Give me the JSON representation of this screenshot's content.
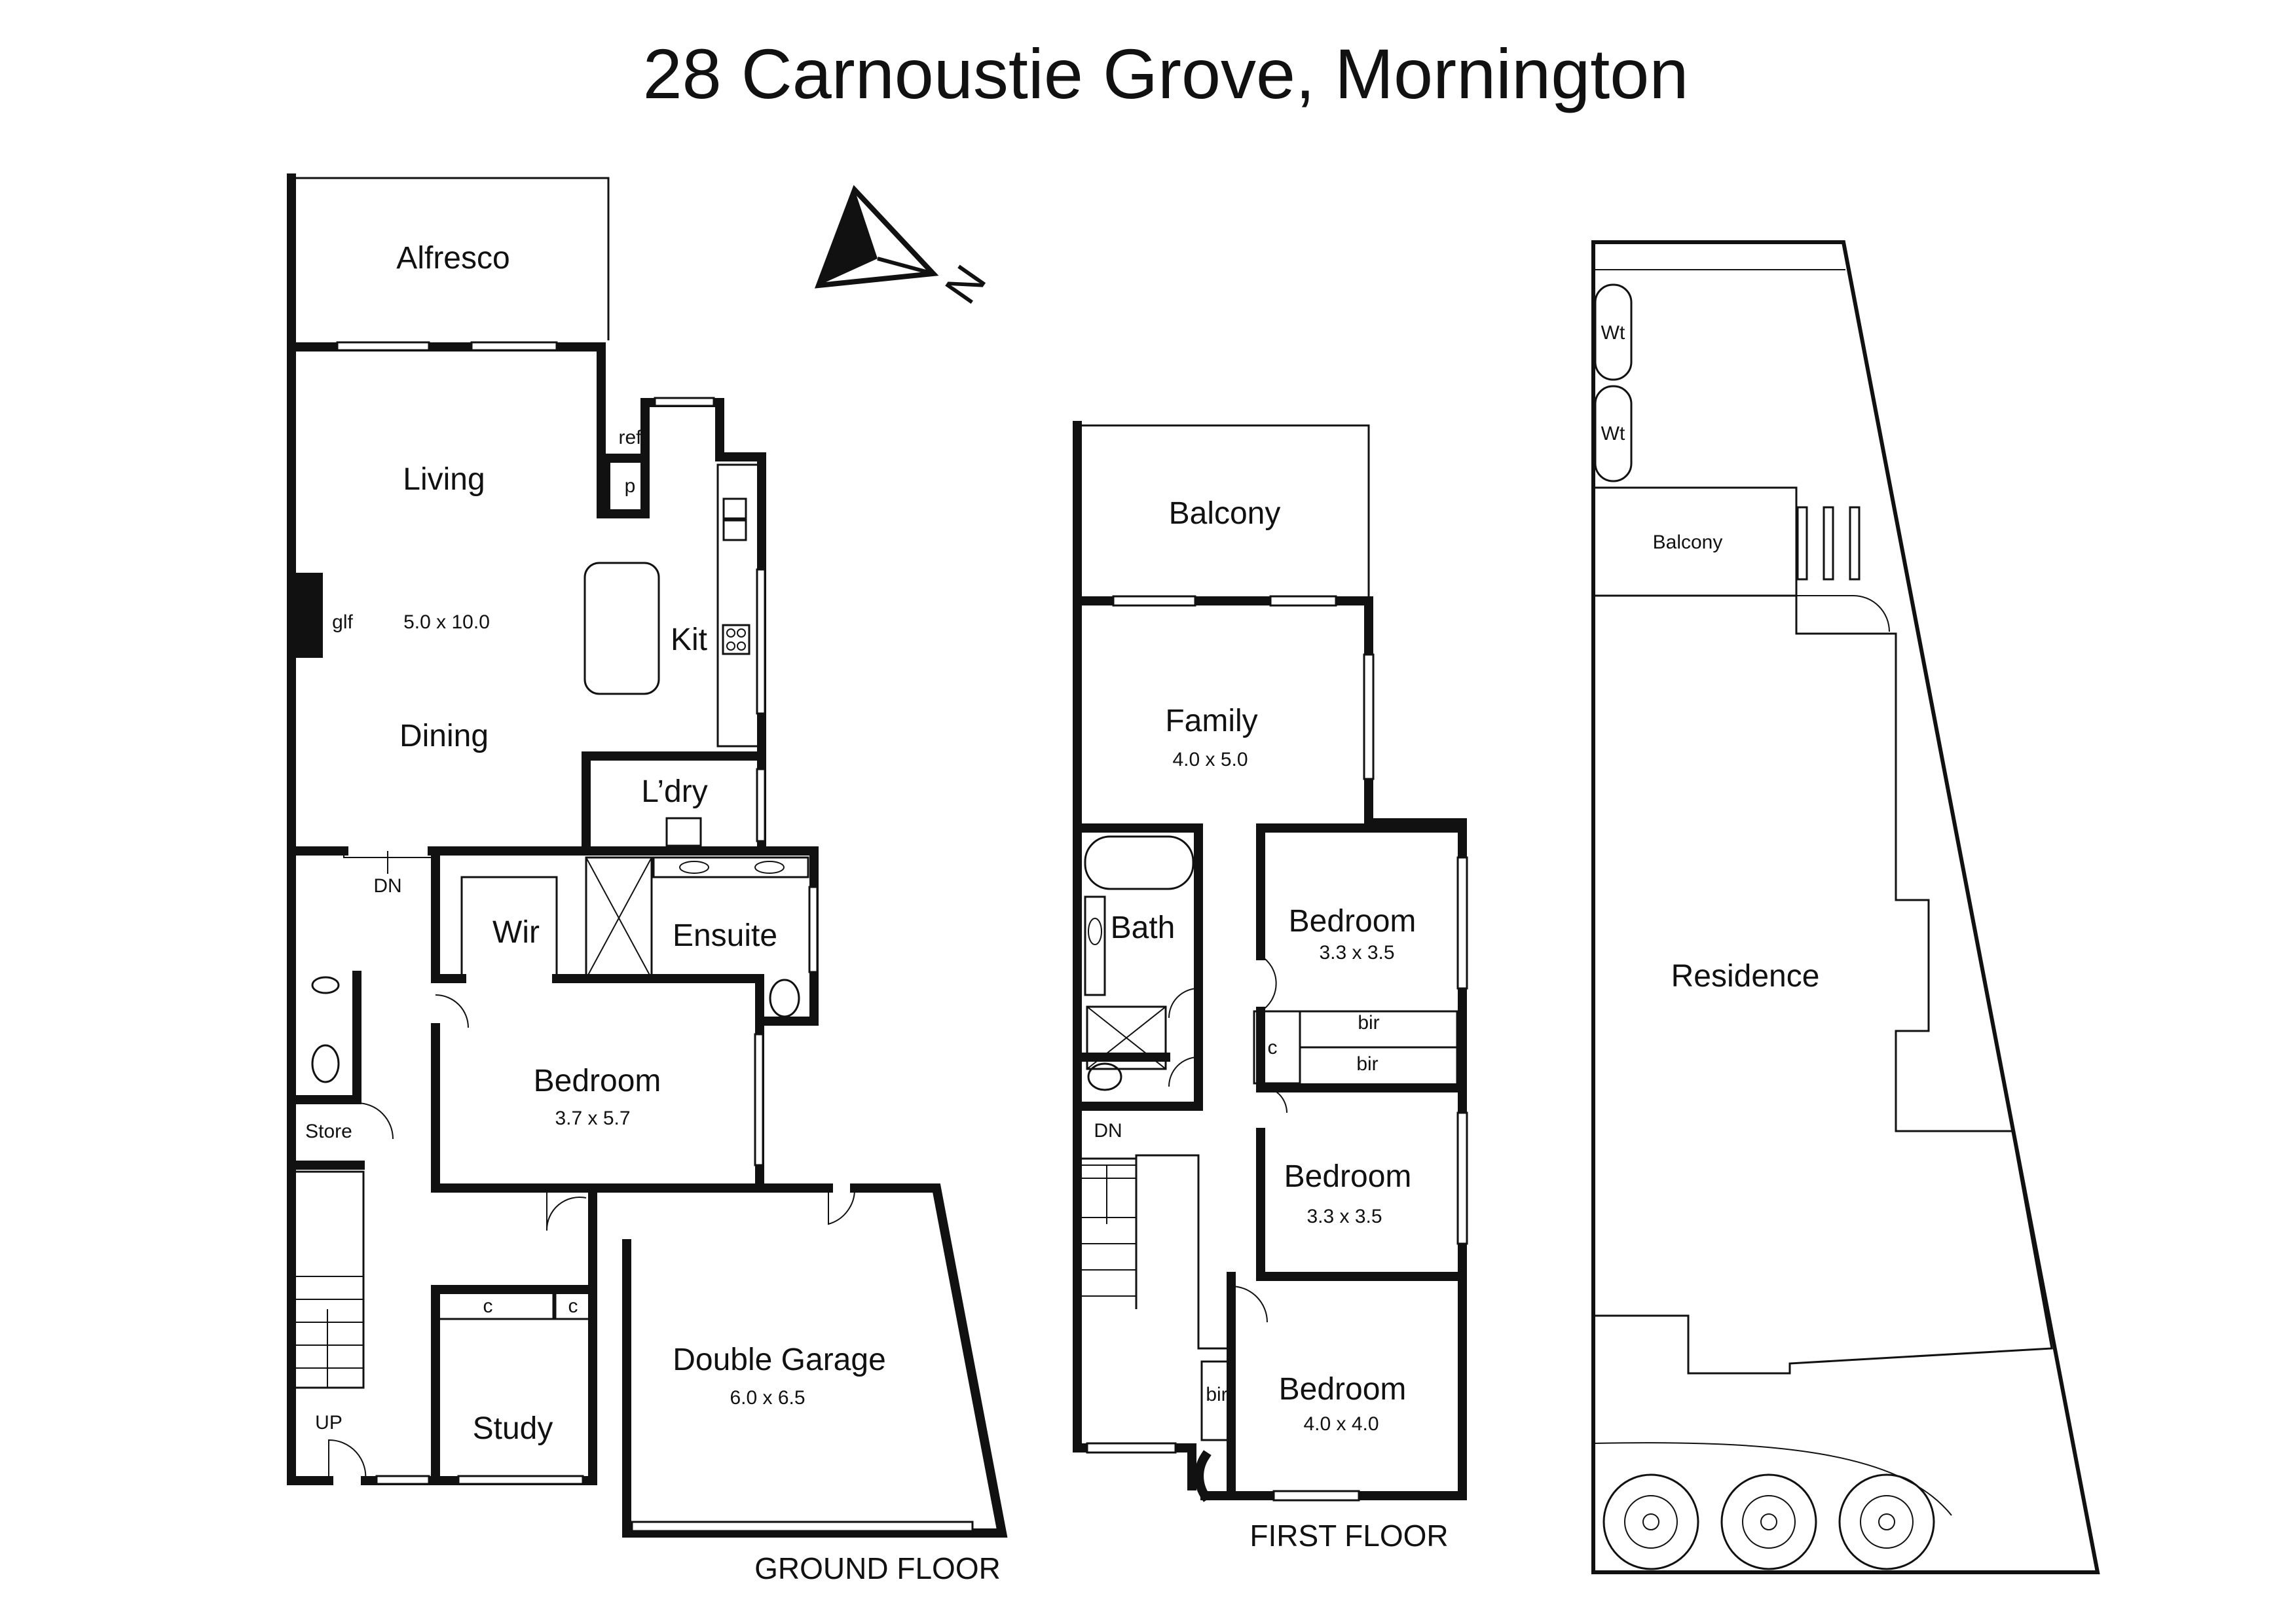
{
  "title": "28 Carnoustie Grove, Mornington",
  "compass": {
    "letter": "N"
  },
  "ground_floor": {
    "label": "GROUND FLOOR",
    "rooms": {
      "alfresco": "Alfresco",
      "living": "Living",
      "living_dim": "5.0 x 10.0",
      "glf": "glf",
      "dining": "Dining",
      "kit": "Kit",
      "ref": "ref",
      "p": "p",
      "laundry": "L’dry",
      "wir": "Wir",
      "ensuite": "Ensuite",
      "bedroom": "Bedroom",
      "bedroom_dim": "3.7 x 5.7",
      "store": "Store",
      "dn": "DN",
      "up": "UP",
      "c1": "c",
      "c2": "c",
      "study": "Study",
      "garage": "Double Garage",
      "garage_dim": "6.0 x 6.5"
    }
  },
  "first_floor": {
    "label": "FIRST FLOOR",
    "rooms": {
      "balcony": "Balcony",
      "family": "Family",
      "family_dim": "4.0 x 5.0",
      "bath": "Bath",
      "bed1": "Bedroom",
      "bed1_dim": "3.3 x 3.5",
      "bir1": "bir",
      "bir2": "bir",
      "c": "c",
      "bed2": "Bedroom",
      "bed2_dim": "3.3 x 3.5",
      "dn": "DN",
      "bir3": "bir",
      "bed3": "Bedroom",
      "bed3_dim": "4.0 x 4.0"
    }
  },
  "site": {
    "wt1": "Wt",
    "wt2": "Wt",
    "balcony": "Balcony",
    "residence": "Residence"
  }
}
